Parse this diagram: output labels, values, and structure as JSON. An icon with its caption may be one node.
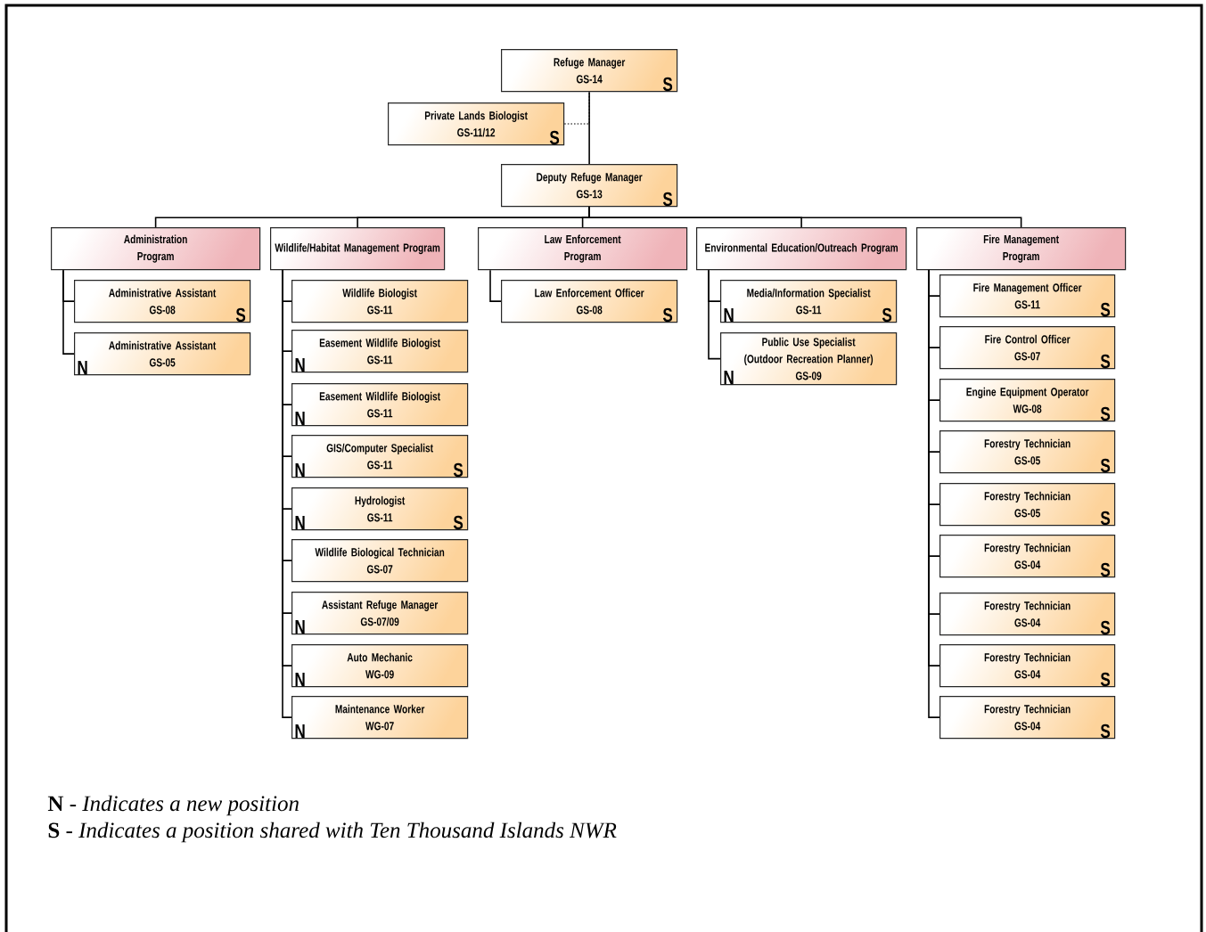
{
  "diagram": {
    "nodes": [
      {
        "text": [
          "Refuge Manager",
          "GS-14",
          "S"
        ]
      },
      {
        "text": [
          "Private Lands Biologist",
          "GS-11/12",
          "S"
        ]
      },
      {
        "text": [
          "Deputy Refuge Manager",
          "GS-13",
          "S"
        ]
      },
      {
        "text": [
          "Administration Program"
        ]
      },
      {
        "text": [
          "Administrative Assistant",
          "GS-08",
          "S"
        ]
      },
      {
        "text": [
          "Administrative Assistant",
          "N",
          "GS-05"
        ]
      },
      {
        "text": [
          "Wildlife/Habitat Management Program"
        ]
      },
      {
        "text": [
          "Wildlife Biologist",
          "GS-11"
        ]
      },
      {
        "text": [
          "Easement Wildlife Biologist",
          "N",
          "GS-11"
        ]
      },
      {
        "text": [
          "Easement Wildlife Biologist",
          "N",
          "GS-11"
        ]
      },
      {
        "text": [
          "GIS/Computer Specialist",
          "N",
          "GS-11",
          "S"
        ]
      },
      {
        "text": [
          "Hydrologist",
          "N",
          "GS-11",
          "S"
        ]
      },
      {
        "text": [
          "Wildlife Biological Technician",
          "GS-07"
        ]
      },
      {
        "text": [
          "Assistant Refuge Manager",
          "N",
          "GS-07/09"
        ]
      },
      {
        "text": [
          "Auto Mechanic",
          "N",
          "WG-09"
        ]
      },
      {
        "text": [
          "Maintenance Worker",
          "N",
          "WG-07"
        ]
      },
      {
        "text": [
          "Law Enforcement Program"
        ]
      },
      {
        "text": [
          "Law Enforcement Officer",
          "GS-08",
          "S"
        ]
      },
      {
        "text": [
          "Environmental Education/Outreach Program"
        ]
      },
      {
        "text": [
          "Media/Information Specialist",
          "N",
          "GS-11",
          "S"
        ]
      },
      {
        "text": [
          "Public Use Specialist (Outdoor Recreation Planner)",
          "N",
          "GS-09"
        ]
      },
      {
        "text": [
          "Fire Management Program"
        ]
      },
      {
        "text": [
          "Fire Management Officer",
          "GS-11",
          "S"
        ]
      },
      {
        "text": [
          "Fire Control Officer",
          "GS-07",
          "S"
        ]
      },
      {
        "text": [
          "Engine Equipment Operator",
          "WG-08",
          "S"
        ]
      },
      {
        "text": [
          "Forestry Technician",
          "GS-05",
          "S"
        ]
      },
      {
        "text": [
          "Forestry Technician",
          "GS-05",
          "S"
        ]
      },
      {
        "text": [
          "Forestry Technician",
          "GS-04",
          "S"
        ]
      },
      {
        "text": [
          "Forestry Technician",
          "GS-04",
          "S"
        ]
      },
      {
        "text": [
          "Forestry Technician",
          "GS-04",
          "S"
        ]
      },
      {
        "text": [
          "Forestry Technician",
          "GS-04",
          "S"
        ]
      }
    ],
    "edges": [
      {
        "from": 0,
        "to": 2,
        "arrow": "none"
      },
      {
        "from": 1,
        "to": 0,
        "arrow": "none",
        "style": "dashed"
      },
      {
        "from": 2,
        "to": 3,
        "arrow": "none"
      },
      {
        "from": 2,
        "to": 6,
        "arrow": "none"
      },
      {
        "from": 2,
        "to": 16,
        "arrow": "none"
      },
      {
        "from": 2,
        "to": 18,
        "arrow": "none"
      },
      {
        "from": 2,
        "to": 21,
        "arrow": "none"
      },
      {
        "from": 3,
        "to": 4,
        "arrow": "none"
      },
      {
        "from": 3,
        "to": 5,
        "arrow": "none"
      },
      {
        "from": 6,
        "to": 7,
        "arrow": "none"
      },
      {
        "from": 6,
        "to": 8,
        "arrow": "none"
      },
      {
        "from": 6,
        "to": 9,
        "arrow": "none"
      },
      {
        "from": 6,
        "to": 10,
        "arrow": "none"
      },
      {
        "from": 6,
        "to": 11,
        "arrow": "none"
      },
      {
        "from": 6,
        "to": 12,
        "arrow": "none"
      },
      {
        "from": 6,
        "to": 13,
        "arrow": "none"
      },
      {
        "from": 6,
        "to": 14,
        "arrow": "none"
      },
      {
        "from": 6,
        "to": 15,
        "arrow": "none"
      },
      {
        "from": 16,
        "to": 17,
        "arrow": "none"
      },
      {
        "from": 18,
        "to": 19,
        "arrow": "none"
      },
      {
        "from": 18,
        "to": 20,
        "arrow": "none"
      },
      {
        "from": 21,
        "to": 22,
        "arrow": "none"
      },
      {
        "from": 21,
        "to": 23,
        "arrow": "none"
      },
      {
        "from": 21,
        "to": 24,
        "arrow": "none"
      },
      {
        "from": 21,
        "to": 25,
        "arrow": "none"
      },
      {
        "from": 21,
        "to": 26,
        "arrow": "none"
      },
      {
        "from": 21,
        "to": 27,
        "arrow": "none"
      },
      {
        "from": 21,
        "to": 28,
        "arrow": "none"
      },
      {
        "from": 21,
        "to": 29,
        "arrow": "none"
      },
      {
        "from": 21,
        "to": 30,
        "arrow": "none"
      }
    ],
    "labels": [
      "**N** - *Indicates a new position*",
      "**S** - *Indicates a position shared with Ten Thousand Islands NWR*"
    ]
  }
}
